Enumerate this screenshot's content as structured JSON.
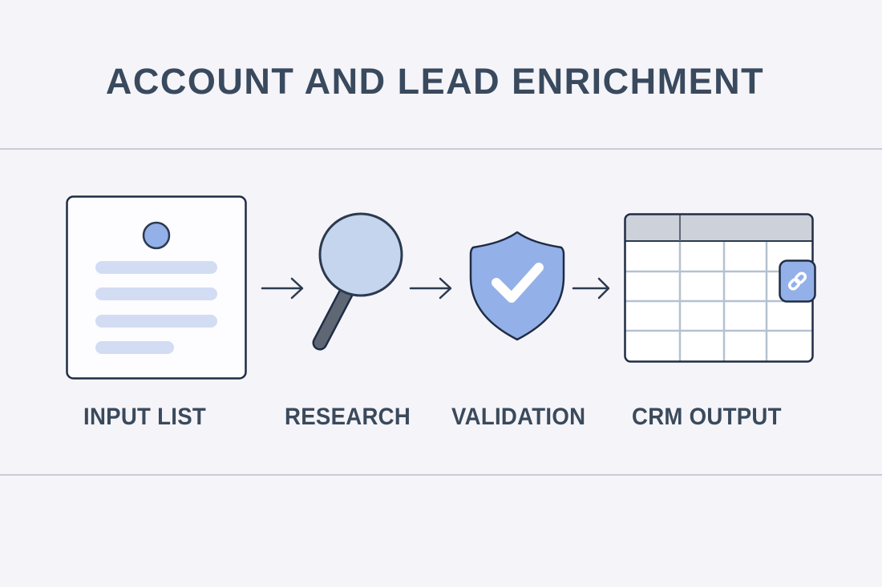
{
  "title": "ACCOUNT AND LEAD ENRICHMENT",
  "steps": [
    {
      "label": "INPUT LIST",
      "icon": "document-list-icon"
    },
    {
      "label": "RESEARCH",
      "icon": "magnifying-glass-icon"
    },
    {
      "label": "VALIDATION",
      "icon": "shield-check-icon"
    },
    {
      "label": "CRM OUTPUT",
      "icon": "table-grid-icon"
    }
  ],
  "connectors": [
    "arrow-right-icon",
    "arrow-right-icon",
    "arrow-right-icon"
  ],
  "badge_icon": "link-icon",
  "colors": {
    "background": "#f5f4f9",
    "text": "#394a5e",
    "outline": "#2b3a4f",
    "accent_blue": "#93b0e8",
    "light_blue": "#c6d5ee",
    "line_blue": "#d2ddf4",
    "handle_gray": "#5f6775",
    "header_gray": "#ccd1da",
    "grid_line": "#b5c1cf",
    "divider": "#c9ccd8"
  }
}
